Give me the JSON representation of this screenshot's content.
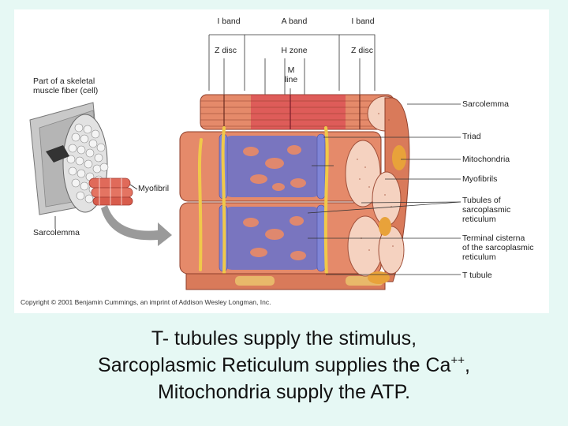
{
  "figure": {
    "labels_top": {
      "i_band_left": "I band",
      "a_band": "A band",
      "i_band_right": "I band",
      "z_disc_left": "Z disc",
      "h_zone": "H zone",
      "z_disc_right": "Z disc",
      "m_line_1": "M",
      "m_line_2": "line"
    },
    "labels_left": {
      "part_1": "Part of a skeletal",
      "part_2": "muscle fiber (cell)",
      "myofibril": "Myofibril",
      "sarcolemma": "Sarcolemma"
    },
    "labels_right": {
      "sarcolemma": "Sarcolemma",
      "triad": "Triad",
      "mitochondria": "Mitochondria",
      "myofibrils": "Myofibrils",
      "tubules_1": "Tubules of",
      "tubules_2": "sarcoplasmic",
      "tubules_3": "reticulum",
      "terminal_1": "Terminal cisterna",
      "terminal_2": "of the sarcoplasmic",
      "terminal_3": "reticulum",
      "t_tubule": "T tubule"
    },
    "copyright": "Copyright © 2001 Benjamin Cummings, an imprint of Addison Wesley Longman, Inc."
  },
  "caption": {
    "line1": "T- tubules supply the stimulus,",
    "line2_pre": "Sarcoplasmic Reticulum supplies the Ca",
    "line2_sup": "++",
    "line2_post": ",",
    "line3": "Mitochondria supply the ATP."
  },
  "colors": {
    "background": "#e6f8f4",
    "muscle": "#e58a6a",
    "reticulum": "#6d72c9",
    "t_tubule": "#f0c94a",
    "band": "#d8374a"
  }
}
